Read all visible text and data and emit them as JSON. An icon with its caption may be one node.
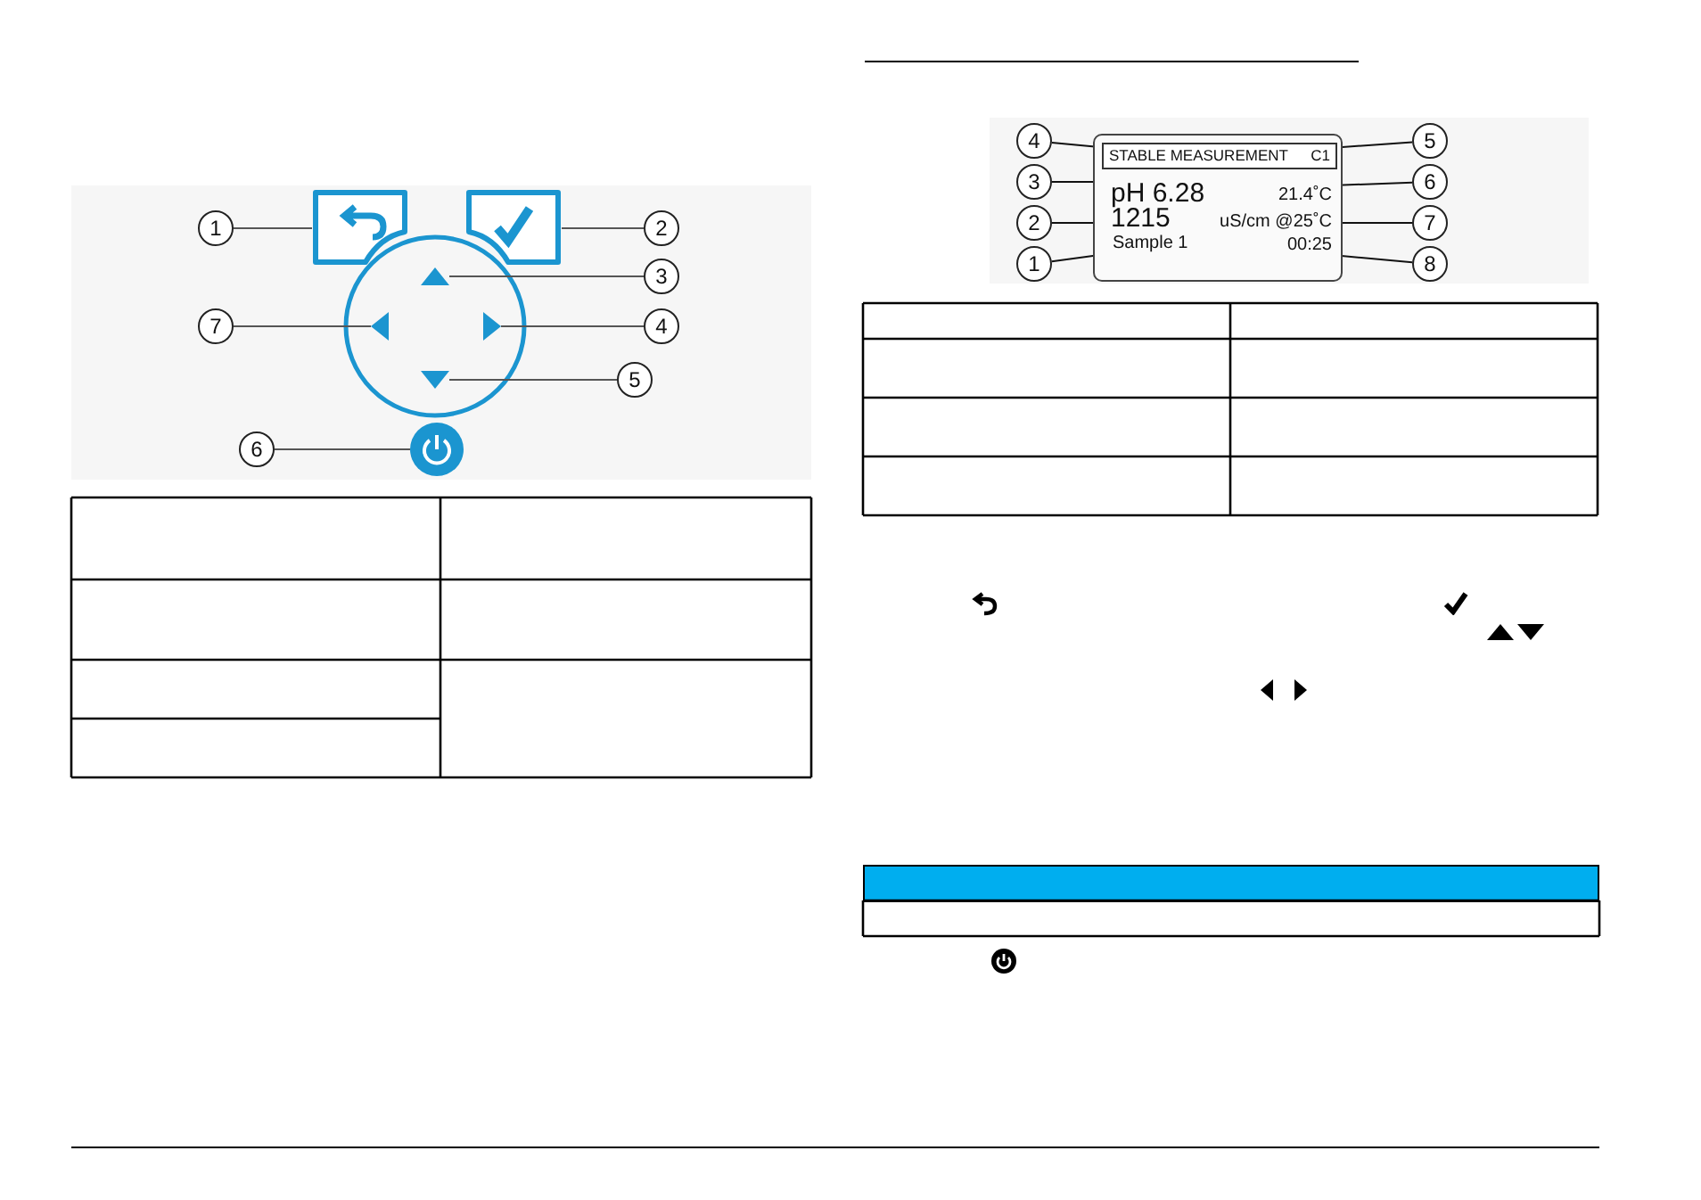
{
  "diagram": {
    "nodes": [
      {
        "text": [
          "1"
        ]
      },
      {
        "text": [],
        "shape": "box"
      },
      {
        "text": [
          "2"
        ]
      },
      {
        "text": [],
        "shape": "box"
      },
      {
        "text": [
          "3"
        ]
      },
      {
        "text": [],
        "shape": "triangle"
      },
      {
        "text": [
          "7"
        ]
      },
      {
        "text": [],
        "shape": "triangle"
      },
      {
        "text": [
          "4"
        ]
      },
      {
        "text": [],
        "shape": "triangle"
      },
      {
        "text": [
          "5"
        ]
      },
      {
        "text": [],
        "shape": "triangle"
      },
      {
        "text": [
          "6"
        ]
      },
      {
        "text": [],
        "shape": "circle"
      },
      {
        "text": [],
        "shape": "box"
      },
      {
        "text": [],
        "shape": "box",
        "in": 14
      },
      {
        "text": [
          "STABLE MEASUREMENT"
        ],
        "in": 15
      },
      {
        "text": [
          "C1"
        ],
        "in": 15
      },
      {
        "text": [
          "pH 6.28"
        ],
        "in": 14
      },
      {
        "text": [
          "1215"
        ],
        "in": 14
      },
      {
        "text": [
          "Sample 1"
        ],
        "in": 14
      },
      {
        "text": [
          "21.4˚C"
        ],
        "in": 14
      },
      {
        "text": [
          "uS/cm @25˚C"
        ],
        "in": 14
      },
      {
        "text": [
          "00:25"
        ],
        "in": 14
      },
      {
        "text": [
          "4"
        ]
      },
      {
        "text": [
          "3"
        ]
      },
      {
        "text": [
          "2"
        ]
      },
      {
        "text": [
          "1"
        ]
      },
      {
        "text": [
          "5"
        ]
      },
      {
        "text": [
          "6"
        ]
      },
      {
        "text": [
          "7"
        ]
      },
      {
        "text": [
          "8"
        ]
      }
    ],
    "edges": [
      {
        "from": 0,
        "to": 1,
        "arrow": "none"
      },
      {
        "from": 2,
        "to": 3,
        "arrow": "none"
      },
      {
        "from": 4,
        "to": 5,
        "arrow": "none"
      },
      {
        "from": 6,
        "to": 7,
        "arrow": "none"
      },
      {
        "from": 8,
        "to": 9,
        "arrow": "none"
      },
      {
        "from": 10,
        "to": 11,
        "arrow": "none"
      },
      {
        "from": 12,
        "to": 13,
        "arrow": "none"
      },
      {
        "from": 24,
        "to": 16,
        "arrow": "none"
      },
      {
        "from": 25,
        "to": 18,
        "arrow": "none"
      },
      {
        "from": 26,
        "to": 19,
        "arrow": "none"
      },
      {
        "from": 27,
        "to": 20,
        "arrow": "none"
      },
      {
        "from": 28,
        "to": 17,
        "arrow": "none"
      },
      {
        "from": 29,
        "to": 21,
        "arrow": "none"
      },
      {
        "from": 30,
        "to": 22,
        "arrow": "none"
      },
      {
        "from": 31,
        "to": 23,
        "arrow": "none"
      }
    ]
  }
}
